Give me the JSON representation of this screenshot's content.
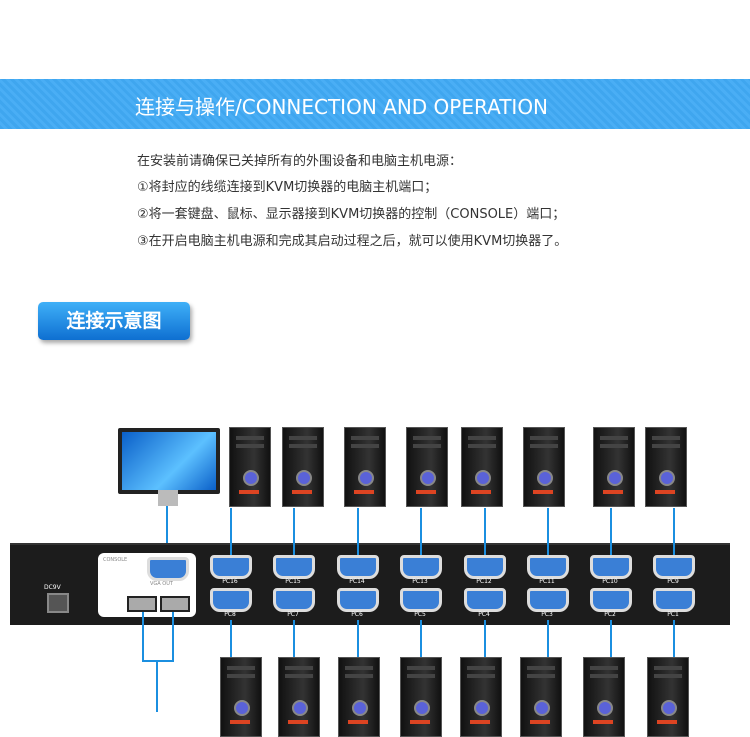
{
  "banner": {
    "title": "连接与操作/CONNECTION AND OPERATION"
  },
  "instructions": [
    "在安装前请确保已关掉所有的外围设备和电脑主机电源：",
    "①将封应的线缆连接到KVM切换器的电脑主机端口；",
    "②将一套键盘、鼠标、显示器接到KVM切换器的控制（CONSOLE）端口；",
    "③在开启电脑主机电源和完成其启动过程之后，就可以使用KVM切换器了。"
  ],
  "diagram_button": "连接示意图",
  "device": {
    "power_label": "DC9V",
    "console_label": "CONSOLE",
    "vga_out_label": "VGA OUT",
    "top_ports": [
      "PC16",
      "PC15",
      "PC14",
      "PC13",
      "PC12",
      "PC11",
      "PC10",
      "PC9"
    ],
    "bottom_ports": [
      "PC8",
      "PC7",
      "PC6",
      "PC5",
      "PC4",
      "PC3",
      "PC2",
      "PC1"
    ]
  }
}
